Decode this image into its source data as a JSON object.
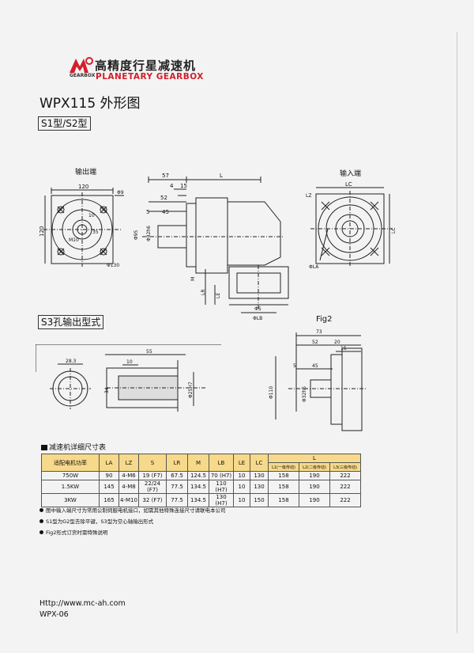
{
  "brand": {
    "cn": "高精度行星减速机",
    "en": "PLANETARY GEARBOX",
    "small": "GEARBOX"
  },
  "title": "WPX115 外形图",
  "type_label": "S1型/S2型",
  "output_label": "输出端",
  "input_label": "输入端",
  "s3_label": "S3孔输出型式",
  "fig2_label": "Fig2",
  "dims": {
    "w120": "120",
    "h120": "120",
    "phi9": "Φ9",
    "d10": "10",
    "m10": "M10",
    "d35": "35",
    "phi130": "Φ130",
    "d57": "57",
    "L": "L",
    "d4": "4",
    "d15": "15",
    "d52": "52",
    "d5": "5",
    "d45": "45",
    "phi95": "Φ95",
    "phi32": "Φ32h6",
    "LC": "LC",
    "LZ": "LZ",
    "phiLA": "ΦLA",
    "LC_side": "LC",
    "M": "M",
    "LR": "LR",
    "LE": "LE",
    "phiS": "ΦS",
    "phiLB": "ΦLB",
    "d283": "28.3",
    "d55": "55",
    "d10b": "10",
    "d34": "34",
    "phi25": "Φ25H7",
    "d73": "73",
    "d52b": "52",
    "d20": "20",
    "d15b": "15",
    "d5b": "5",
    "d45b": "45",
    "phi110": "Φ110",
    "phi32b": "Φ32h6"
  },
  "table_title": "减速机详细尺寸表",
  "table": {
    "headers": [
      "适配电机功率",
      "LA",
      "LZ",
      "S",
      "LR",
      "M",
      "LB",
      "LE",
      "LC"
    ],
    "L_header": "L",
    "L_sub": [
      "L1(一级传动)",
      "L2(二级传动)",
      "L3(三级传动)"
    ],
    "rows": [
      [
        "750W",
        "90",
        "4-M6",
        "19 (F7)",
        "67.5",
        "124.5",
        "70 (H7)",
        "10",
        "130",
        "158",
        "190",
        "222"
      ],
      [
        "1.5KW",
        "145",
        "4-M8",
        "22/24 (F7)",
        "77.5",
        "134.5",
        "110 (H7)",
        "10",
        "130",
        "158",
        "190",
        "222"
      ],
      [
        "3KW",
        "165",
        "4-M10",
        "32 (F7)",
        "77.5",
        "134.5",
        "130 (H7)",
        "10",
        "150",
        "158",
        "190",
        "222"
      ]
    ]
  },
  "notes": [
    "图中输入端尺寸为常用公制伺服电机接口，如需其他特殊连接尺寸请联电本公司",
    "S1型为G2型去除平键，S3型为空心轴输出形式",
    "Fig2形式订货时需特殊说明"
  ],
  "url": "Http://www.mc-ah.com",
  "doc_code": "WPX-06"
}
